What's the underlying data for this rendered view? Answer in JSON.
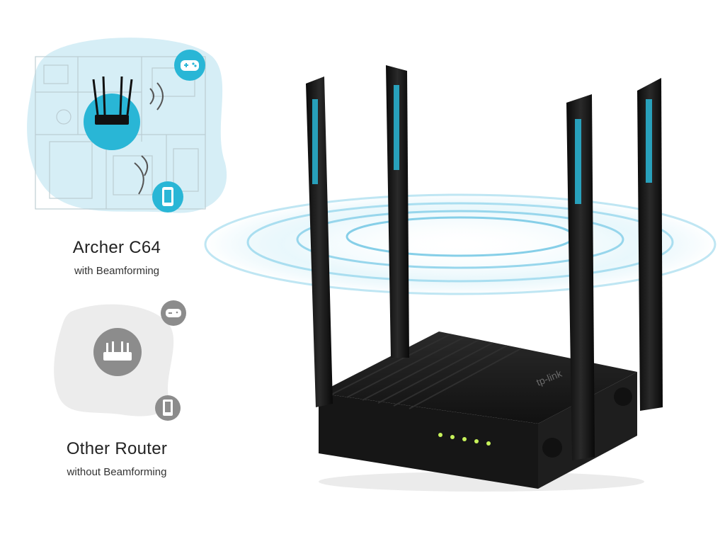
{
  "archer": {
    "title": "Archer C64",
    "subtitle": "with Beamforming"
  },
  "other": {
    "title": "Other Router",
    "subtitle": "without Beamforming"
  },
  "brand": {
    "logo_text": "tp-link"
  },
  "colors": {
    "accent_cyan": "#29b6d6",
    "map_bg": "#d6eef6",
    "gray_blob": "#ececec",
    "gray_icon": "#8c8c8c",
    "router_body": "#141414",
    "led_green": "#c7f25a"
  },
  "icons": [
    "gamepad-icon",
    "phone-icon",
    "router-icon"
  ]
}
